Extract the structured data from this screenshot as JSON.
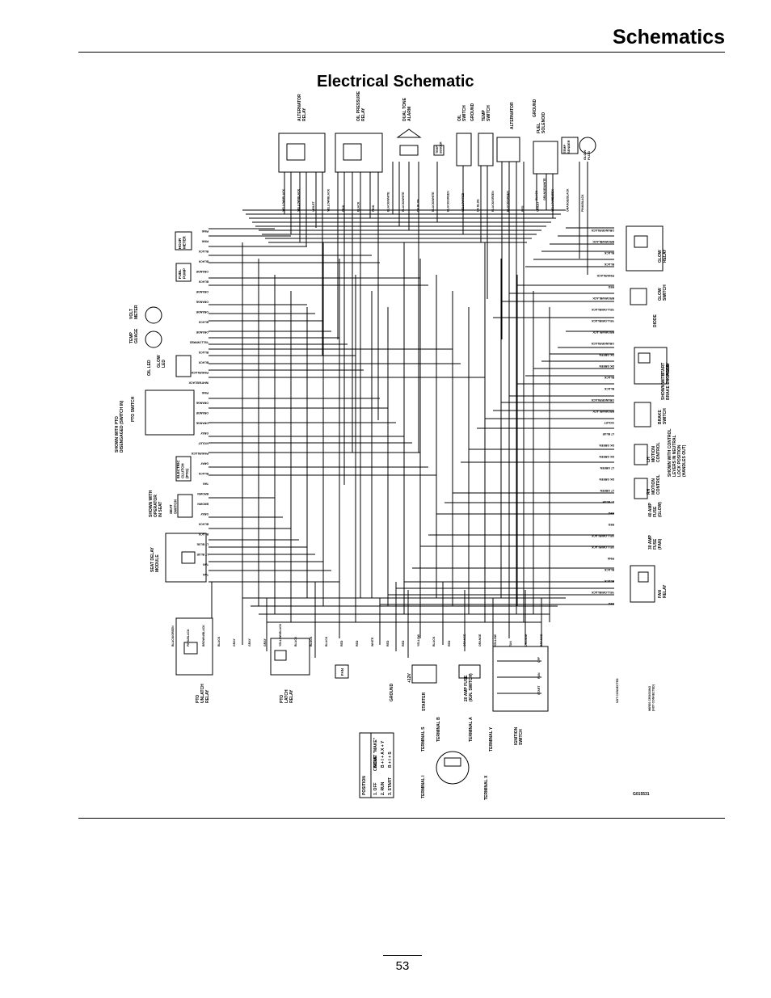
{
  "header": {
    "title": "Schematics"
  },
  "diagram": {
    "title": "Electrical Schematic",
    "drawing_number": "G015531",
    "component_labels": {
      "alternator_relay": [
        "ALTERNATOR",
        "RELAY"
      ],
      "oil_pressure_relay": [
        "OIL PRESSURE",
        "RELAY"
      ],
      "dual_tone_alarm": [
        "DUAL TONE",
        "ALARM"
      ],
      "oil_switch": [
        "OIL",
        "SWITCH"
      ],
      "ground_top": "GROUND",
      "temp_switch": [
        "TEMP",
        "SWITCH"
      ],
      "alternator": "ALTERNATOR",
      "fuel_solenoid": [
        "FUEL",
        "SOLENOID"
      ],
      "hour_meter": [
        "HOUR",
        "METER"
      ],
      "fuel_pump": [
        "FUEL",
        "PUMP"
      ],
      "volt_meter": [
        "VOLT",
        "METER"
      ],
      "temp_gauge": [
        "TEMP",
        "GUAGE"
      ],
      "oil_led": "OIL LED",
      "glow_led": [
        "GLOW",
        "LED"
      ],
      "pto_switch": "PTO SWITCH",
      "pto_switch_note": [
        "SHOWN WITH PTO",
        "DISENGAGED (SWITCH IN)"
      ],
      "electric_clutch": [
        "ELECTRIC",
        "CLUTCH",
        "(PTO)"
      ],
      "seat_switch": [
        "SEAT",
        "SWITCH"
      ],
      "seat_switch_note": [
        "SHOWN WITH",
        "OPERATOR",
        "IN SEAT"
      ],
      "seat_delay_module": [
        "SEAT DELAY",
        "MODULE"
      ],
      "pto_unlatch_relay": [
        "PTO",
        "UNLATCH",
        "RELAY"
      ],
      "pto_latch_relay": [
        "PTO",
        "LATCH",
        "RELAY"
      ],
      "fan": "FAN",
      "ground_bottom": "GROUND",
      "plus_12v": "+12V",
      "starter": "STARTER",
      "fuse_20amp": [
        "20 AMP FUSE",
        "(IGN. SWITCH)"
      ],
      "ignition_switch": [
        "IGNITION",
        "SWITCH"
      ],
      "glow_relay": [
        "GLOW",
        "RELAY"
      ],
      "glow_switch": [
        "GLOW",
        "SWITCH"
      ],
      "diode": "DIODE",
      "start_relay": [
        "START",
        "RELAY"
      ],
      "brake_note": [
        "SHOWN WITH",
        "BRAKE ENGAGED"
      ],
      "brake_switch": [
        "BRAKE",
        "SWITCH"
      ],
      "lh_motion_control": [
        "LH",
        "MOTION",
        "CONTROL"
      ],
      "motion_note": [
        "SHOWN WITH CONTROL",
        "LEVERS IN NEUTRAL",
        "LOCK POSITION",
        "(HANDLES OUT)"
      ],
      "rh_motion_control": [
        "RH",
        "MOTION",
        "CONTROL"
      ],
      "fuse_40amp": [
        "40 AMP",
        "FUSE",
        "(GLOW)"
      ],
      "fuse_30amp": [
        "30 AMP",
        "FUSE",
        "(FAN)"
      ],
      "fan_relay": [
        "FAN",
        "RELAY"
      ],
      "glow_plug": [
        "GLOW",
        "PLUG"
      ],
      "temp_sender": [
        "TEMP",
        "SENDER"
      ],
      "not_connected": "NOT CONNECTED",
      "connected": [
        "WIRES CROSSING",
        "(NOT CONNECTED)"
      ],
      "terminals": {
        "t_s": "TERMINAL S",
        "t_b": "TERMINAL B",
        "t_a": "TERMINAL A",
        "t_y": "TERMINAL Y",
        "t_i": "TERMINAL I",
        "t_x": "TERMINAL X"
      }
    },
    "circuit_table": {
      "headers": [
        "POSITION",
        "CIRCUIT \"MAKE\""
      ],
      "rows": [
        [
          "1. OFF",
          "NONE"
        ],
        [
          "2. RUN",
          "B + I + A  X + Y"
        ],
        [
          "3. START",
          "B + I + S"
        ]
      ]
    },
    "wire_labels": {
      "top_row": [
        "YELLOW/BLACK",
        "YELLOW/BLACK",
        "VIOLET",
        "YELLOW/BLACK",
        "PINK",
        "BLACK",
        "PINK",
        "BLACK/WHITE",
        "BLACK/WHITE",
        "DK BLUE",
        "BLACK/WHITE",
        "BLACK/GREEN",
        "YELLOW/RED",
        "DK BLUE",
        "BLACK/GREEN",
        "BLACK/GREEN",
        "RED",
        "VIOLET",
        "YELLOW/BLACK",
        "ORANGE/BLACK",
        "PINK/BLACK"
      ],
      "alt_wires": [
        "BLACK",
        "ORANGE/WHITE",
        "WHITE"
      ],
      "left_column": [
        "PINK",
        "PINK",
        "BLACK",
        "BLACK",
        "ORANGE",
        "BLACK",
        "ORANGE",
        "ORANGE",
        "ORANGE",
        "BLACK",
        "ORANGE",
        "YELLOW/RED",
        "BLACK",
        "BLACK",
        "PINK/BLACK",
        "WHITE/BLACK",
        "PINK",
        "ORANGE",
        "ORANGE",
        "ORANGE",
        "GRAY",
        "VIOLET",
        "PINK/BLACK",
        "GRAY",
        "BLACK",
        "TAN",
        "BROWN",
        "BROWN",
        "GRAY",
        "BLACK",
        "BLACK",
        "LT BLUE",
        "LT BLUE",
        "TAN",
        "TAN"
      ],
      "right_column": [
        "ORANGE/BLACK",
        "BROWN/BLACK",
        "BLACK",
        "BLACK",
        "PINK/BLACK",
        "RED",
        "BROWN/BLACK",
        "YELLOW/BLACK",
        "YELLOW/BLACK",
        "BROWN/BLACK",
        "ORANGE/BLACK",
        "DK GREEN",
        "DK GREEN",
        "BLACK",
        "BLACK",
        "ORANGE/BLACK",
        "BROWN/BLACK",
        "VIOLET",
        "LT BLUE",
        "DK GREEN",
        "DK GREEN",
        "LT GREEN",
        "DK GREEN",
        "LT GREEN",
        "LT BLUE",
        "RED",
        "RED",
        "YELLOW/BLACK",
        "YELLOW/BLACK",
        "PINK",
        "BLACK",
        "BLACK",
        "YELLOW/BLACK",
        "RED"
      ],
      "bottom_row": [
        "BLACK/GREEN",
        "PINK/BLACK",
        "BROWN/BLACK",
        "BLACK",
        "GRAY",
        "GRAY",
        "GRAY",
        "YELLOW/BLACK",
        "BLACK",
        "BLACK",
        "BLACK",
        "RED",
        "RED",
        "WHITE",
        "RED",
        "RED",
        "YELLOW",
        "BLACK",
        "RED",
        "ORANGE",
        "ORANGE",
        "YELLOW",
        "TAN",
        "ORANGE",
        "ORANGE"
      ],
      "ign_switch_rows": [
        "OFF",
        "RUN",
        "START"
      ]
    }
  },
  "footer": {
    "page_number": "53"
  }
}
